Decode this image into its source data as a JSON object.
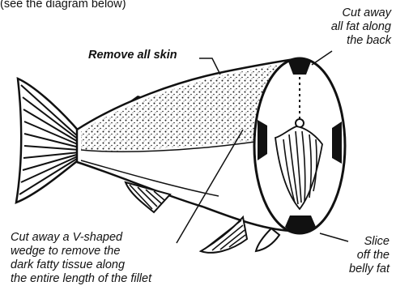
{
  "top_clip": "(see the diagram below)",
  "labels": {
    "remove_skin": "Remove all skin",
    "cut_back": [
      "Cut away",
      "all fat along",
      "the back"
    ],
    "v_wedge": [
      "Cut away a V-shaped",
      "wedge to remove the",
      "dark fatty tissue along",
      "the entire length of the fillet"
    ],
    "belly": [
      "Slice",
      "off the",
      "belly fat"
    ]
  },
  "colors": {
    "ink": "#111111",
    "fill": "#ffffff"
  }
}
